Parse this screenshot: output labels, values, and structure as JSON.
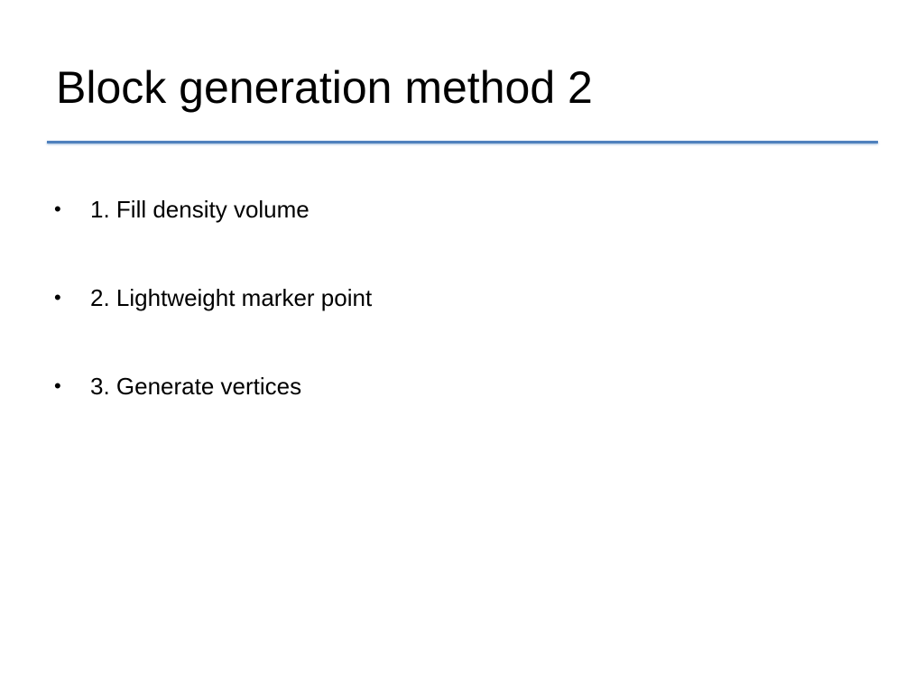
{
  "slide": {
    "title": "Block generation method 2",
    "accent_color": "#4f81bd",
    "bullet_symbol": "•",
    "bullets": [
      "1. Fill density volume",
      "2. Lightweight marker point",
      "3. Generate vertices"
    ]
  }
}
